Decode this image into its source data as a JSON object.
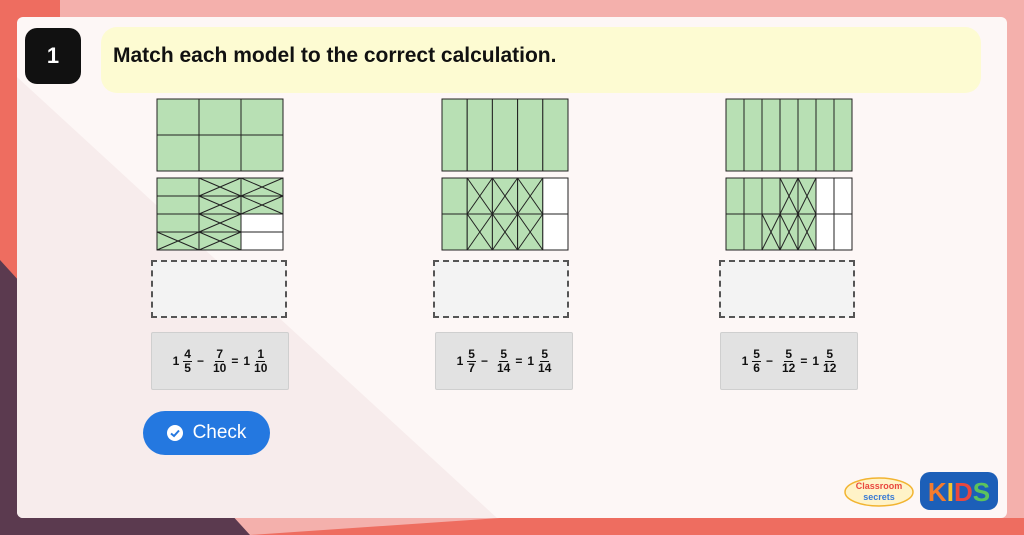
{
  "question": {
    "number": "1",
    "text": "Match each model to the correct calculation."
  },
  "calculations": [
    {
      "whole": "1",
      "num1": "4",
      "den1": "5",
      "op": "−",
      "num2": "7",
      "den2": "10",
      "eq": "=",
      "rwhole": "1",
      "rnum": "1",
      "rden": "10"
    },
    {
      "whole": "1",
      "num1": "5",
      "den1": "7",
      "op": "−",
      "num2": "5",
      "den2": "14",
      "eq": "=",
      "rwhole": "1",
      "rnum": "5",
      "rden": "14"
    },
    {
      "whole": "1",
      "num1": "5",
      "den1": "6",
      "op": "−",
      "num2": "5",
      "den2": "12",
      "eq": "=",
      "rwhole": "1",
      "rnum": "5",
      "rden": "12"
    }
  ],
  "models": [
    {
      "denominator": 6,
      "split": 12,
      "shaded_second": 10,
      "crossed": 7
    },
    {
      "denominator": 5,
      "split": 10,
      "shaded_second": 8,
      "crossed": 6
    },
    {
      "denominator": 7,
      "split": 14,
      "shaded_second": 10,
      "crossed": 5
    }
  ],
  "buttons": {
    "check_label": "Check"
  },
  "logo": {
    "brand": "Classroom secrets",
    "kids": "KIDS"
  },
  "colors": {
    "shade": "#b8e0b4",
    "accent": "#2478e0",
    "question_bg": "#fdfbd2"
  }
}
